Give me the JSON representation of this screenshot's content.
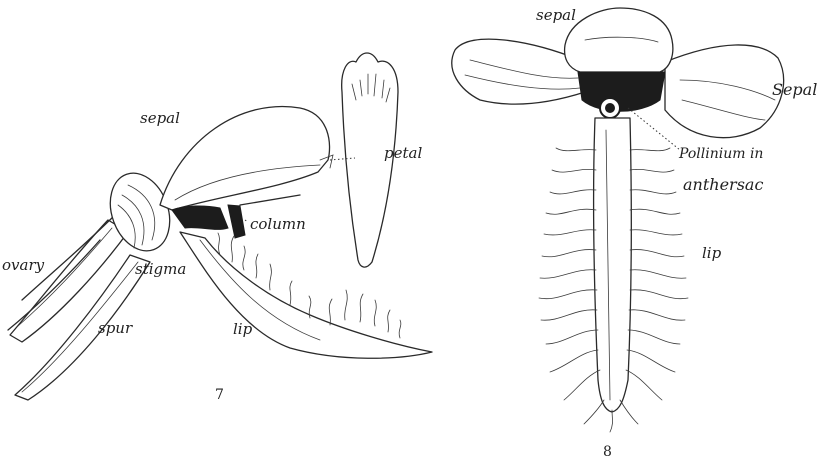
{
  "figure7": {
    "labels": {
      "sepal": "sepal",
      "petal": "petal",
      "column": "column",
      "ovary": "ovary",
      "stigma": "stigma",
      "spur": "spur",
      "lip": "lip"
    },
    "number": "7"
  },
  "figure8": {
    "labels": {
      "sepal_top": "sepal",
      "sepal_right": "Sepal",
      "pollinium_line1": "Pollinium in",
      "pollinium_line2": "anthersac",
      "lip": "lip"
    },
    "number": "8"
  },
  "icons": [
    "orchid-flower-side-view-drawing",
    "orchid-petal-drawing",
    "orchid-flower-front-view-drawing"
  ]
}
